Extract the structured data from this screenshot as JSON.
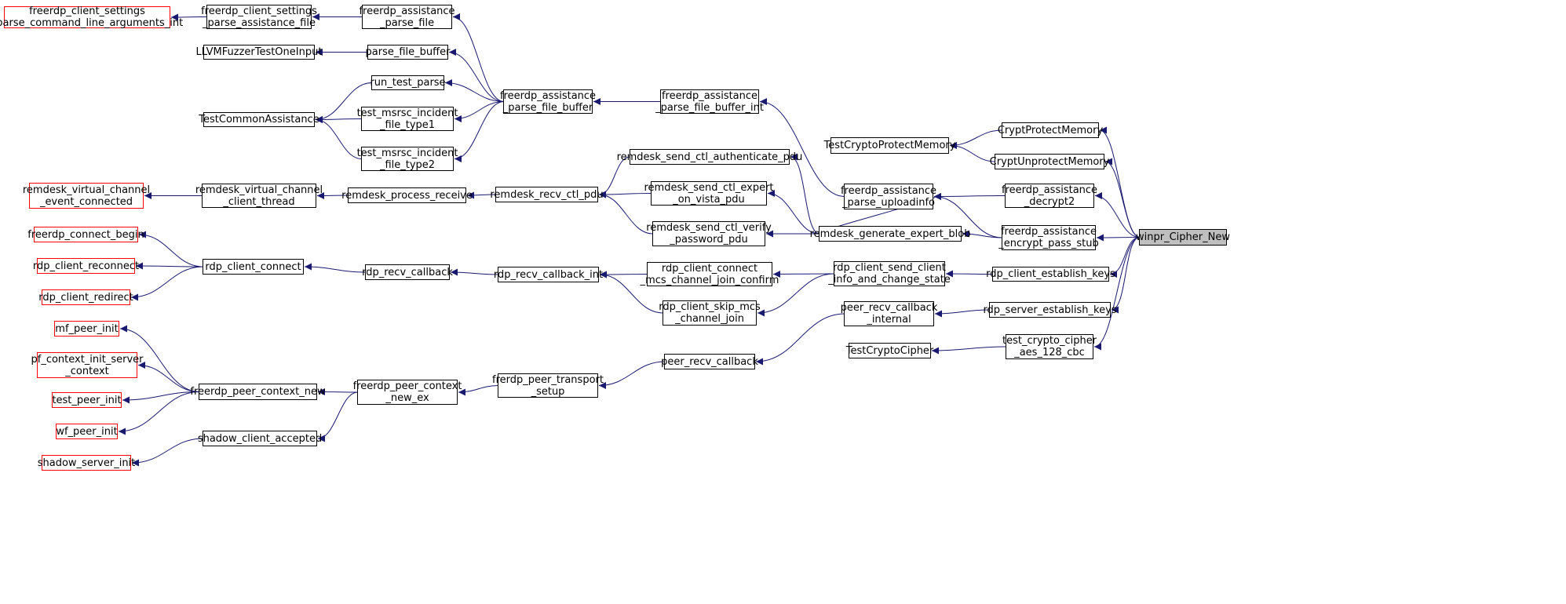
{
  "graph": {
    "colors": {
      "edge": "#191970",
      "node_border": "#000000",
      "truncated_border": "#ff0000",
      "root_fill": "#bfbfbf"
    },
    "nodes": {
      "fcs_cmdline": {
        "label": "freerdp_client_settings\n_parse_command_line_arguments_int",
        "truncated": true
      },
      "fcs_assist": {
        "label": "freerdp_client_settings\n_parse_assistance_file"
      },
      "fa_parse_file": {
        "label": "freerdp_assistance\n_parse_file"
      },
      "llvm_fuzzer": {
        "label": "LLVMFuzzerTestOneInput"
      },
      "parse_file_buffer": {
        "label": "parse_file_buffer"
      },
      "run_test_parse": {
        "label": "run_test_parse"
      },
      "test_common_assist": {
        "label": "TestCommonAssistance"
      },
      "test_msrsc1": {
        "label": "test_msrsc_incident\n_file_type1"
      },
      "test_msrsc2": {
        "label": "test_msrsc_incident\n_file_type2"
      },
      "fa_parse_file_buffer": {
        "label": "freerdp_assistance\n_parse_file_buffer"
      },
      "fa_parse_file_buffer_int": {
        "label": "freerdp_assistance\n_parse_file_buffer_int"
      },
      "test_crypto_protect": {
        "label": "TestCryptoProtectMemory"
      },
      "crypt_protect": {
        "label": "CryptProtectMemory"
      },
      "crypt_unprotect": {
        "label": "CryptUnprotectMemory"
      },
      "remdesk_vc_event": {
        "label": "remdesk_virtual_channel\n_event_connected",
        "truncated": true
      },
      "remdesk_vc_thread": {
        "label": "remdesk_virtual_channel\n_client_thread"
      },
      "remdesk_process_receive": {
        "label": "remdesk_process_receive"
      },
      "remdesk_recv_ctl": {
        "label": "remdesk_recv_ctl_pdu"
      },
      "remdesk_send_auth": {
        "label": "remdesk_send_ctl_authenticate_pdu"
      },
      "remdesk_send_expert": {
        "label": "remdesk_send_ctl_expert\n_on_vista_pdu"
      },
      "remdesk_send_verify": {
        "label": "remdesk_send_ctl_verify\n_password_pdu"
      },
      "fa_parse_uploadinfo": {
        "label": "freerdp_assistance\n_parse_uploadinfo"
      },
      "fa_decrypt2": {
        "label": "freerdp_assistance\n_decrypt2"
      },
      "remdesk_gen_blob": {
        "label": "remdesk_generate_expert_blob"
      },
      "fa_encrypt_pass": {
        "label": "freerdp_assistance\n_encrypt_pass_stub"
      },
      "winpr_cipher_new": {
        "label": "winpr_Cipher_New",
        "root": true
      },
      "freerdp_connect_begin": {
        "label": "freerdp_connect_begin",
        "truncated": true
      },
      "rdp_client_reconnect": {
        "label": "rdp_client_reconnect",
        "truncated": true
      },
      "rdp_client_redirect": {
        "label": "rdp_client_redirect",
        "truncated": true
      },
      "rdp_client_connect": {
        "label": "rdp_client_connect"
      },
      "rdp_recv_callback": {
        "label": "rdp_recv_callback"
      },
      "rdp_recv_callback_int": {
        "label": "rdp_recv_callback_int"
      },
      "rdp_client_connect_mcs": {
        "label": "rdp_client_connect\n_mcs_channel_join_confirm"
      },
      "rdp_client_skip_mcs": {
        "label": "rdp_client_skip_mcs\n_channel_join"
      },
      "rdp_client_send_info": {
        "label": "rdp_client_send_client\n_info_and_change_state"
      },
      "rdp_client_establish": {
        "label": "rdp_client_establish_keys"
      },
      "peer_recv_cb_internal": {
        "label": "peer_recv_callback\n_internal"
      },
      "rdp_server_establish": {
        "label": "rdp_server_establish_keys"
      },
      "test_crypto_cipher_prog": {
        "label": "TestCryptoCipher"
      },
      "test_crypto_cipher_aes": {
        "label": "test_crypto_cipher\n_aes_128_cbc"
      },
      "mf_peer_init": {
        "label": "mf_peer_init",
        "truncated": true
      },
      "pf_context_init": {
        "label": "pf_context_init_server\n_context",
        "truncated": true
      },
      "test_peer_init": {
        "label": "test_peer_init",
        "truncated": true
      },
      "wf_peer_init": {
        "label": "wf_peer_init",
        "truncated": true
      },
      "shadow_server_init": {
        "label": "shadow_server_init",
        "truncated": true
      },
      "freerdp_peer_ctx_new": {
        "label": "freerdp_peer_context_new"
      },
      "shadow_client_accepted": {
        "label": "shadow_client_accepted"
      },
      "freerdp_peer_ctx_new_ex": {
        "label": "freerdp_peer_context\n_new_ex"
      },
      "freerdp_peer_transport": {
        "label": "frerdp_peer_transport\n_setup"
      },
      "peer_recv_callback": {
        "label": "peer_recv_callback"
      }
    },
    "edges": [
      [
        "fcs_assist",
        "fcs_cmdline"
      ],
      [
        "fa_parse_file",
        "fcs_assist"
      ],
      [
        "fa_parse_file_buffer",
        "fa_parse_file"
      ],
      [
        "parse_file_buffer",
        "llvm_fuzzer"
      ],
      [
        "fa_parse_file_buffer",
        "parse_file_buffer"
      ],
      [
        "fa_parse_file_buffer",
        "run_test_parse"
      ],
      [
        "fa_parse_file_buffer",
        "test_msrsc1"
      ],
      [
        "fa_parse_file_buffer",
        "test_msrsc2"
      ],
      [
        "run_test_parse",
        "test_common_assist"
      ],
      [
        "test_msrsc1",
        "test_common_assist"
      ],
      [
        "test_msrsc2",
        "test_common_assist"
      ],
      [
        "fa_parse_file_buffer_int",
        "fa_parse_file_buffer"
      ],
      [
        "fa_parse_uploadinfo",
        "fa_parse_file_buffer_int"
      ],
      [
        "crypt_protect",
        "test_crypto_protect"
      ],
      [
        "crypt_unprotect",
        "test_crypto_protect"
      ],
      [
        "remdesk_vc_thread",
        "remdesk_vc_event"
      ],
      [
        "remdesk_process_receive",
        "remdesk_vc_thread"
      ],
      [
        "remdesk_recv_ctl",
        "remdesk_process_receive"
      ],
      [
        "remdesk_send_auth",
        "remdesk_recv_ctl"
      ],
      [
        "remdesk_send_expert",
        "remdesk_recv_ctl"
      ],
      [
        "remdesk_send_verify",
        "remdesk_recv_ctl"
      ],
      [
        "remdesk_gen_blob",
        "remdesk_send_auth"
      ],
      [
        "remdesk_gen_blob",
        "remdesk_send_expert"
      ],
      [
        "remdesk_gen_blob",
        "remdesk_send_verify"
      ],
      [
        "remdesk_gen_blob",
        "fa_parse_uploadinfo"
      ],
      [
        "fa_decrypt2",
        "fa_parse_uploadinfo"
      ],
      [
        "fa_encrypt_pass",
        "fa_parse_uploadinfo"
      ],
      [
        "fa_encrypt_pass",
        "remdesk_gen_blob"
      ],
      [
        "winpr_cipher_new",
        "crypt_protect"
      ],
      [
        "winpr_cipher_new",
        "crypt_unprotect"
      ],
      [
        "winpr_cipher_new",
        "fa_decrypt2"
      ],
      [
        "winpr_cipher_new",
        "fa_encrypt_pass"
      ],
      [
        "winpr_cipher_new",
        "rdp_client_establish"
      ],
      [
        "winpr_cipher_new",
        "rdp_server_establish"
      ],
      [
        "winpr_cipher_new",
        "test_crypto_cipher_aes"
      ],
      [
        "rdp_client_connect",
        "freerdp_connect_begin"
      ],
      [
        "rdp_client_connect",
        "rdp_client_reconnect"
      ],
      [
        "rdp_client_connect",
        "rdp_client_redirect"
      ],
      [
        "rdp_recv_callback",
        "rdp_client_connect"
      ],
      [
        "rdp_recv_callback_int",
        "rdp_recv_callback"
      ],
      [
        "rdp_client_connect_mcs",
        "rdp_recv_callback_int"
      ],
      [
        "rdp_client_skip_mcs",
        "rdp_recv_callback_int"
      ],
      [
        "rdp_client_send_info",
        "rdp_client_connect_mcs"
      ],
      [
        "rdp_client_send_info",
        "rdp_client_skip_mcs"
      ],
      [
        "rdp_client_establish",
        "rdp_client_send_info"
      ],
      [
        "rdp_server_establish",
        "peer_recv_cb_internal"
      ],
      [
        "peer_recv_cb_internal",
        "peer_recv_callback"
      ],
      [
        "peer_recv_callback",
        "freerdp_peer_transport"
      ],
      [
        "freerdp_peer_transport",
        "freerdp_peer_ctx_new_ex"
      ],
      [
        "freerdp_peer_ctx_new_ex",
        "freerdp_peer_ctx_new"
      ],
      [
        "freerdp_peer_ctx_new_ex",
        "shadow_client_accepted"
      ],
      [
        "freerdp_peer_ctx_new",
        "mf_peer_init"
      ],
      [
        "freerdp_peer_ctx_new",
        "pf_context_init"
      ],
      [
        "freerdp_peer_ctx_new",
        "test_peer_init"
      ],
      [
        "freerdp_peer_ctx_new",
        "wf_peer_init"
      ],
      [
        "shadow_client_accepted",
        "shadow_server_init"
      ],
      [
        "test_crypto_cipher_aes",
        "test_crypto_cipher_prog"
      ]
    ]
  }
}
